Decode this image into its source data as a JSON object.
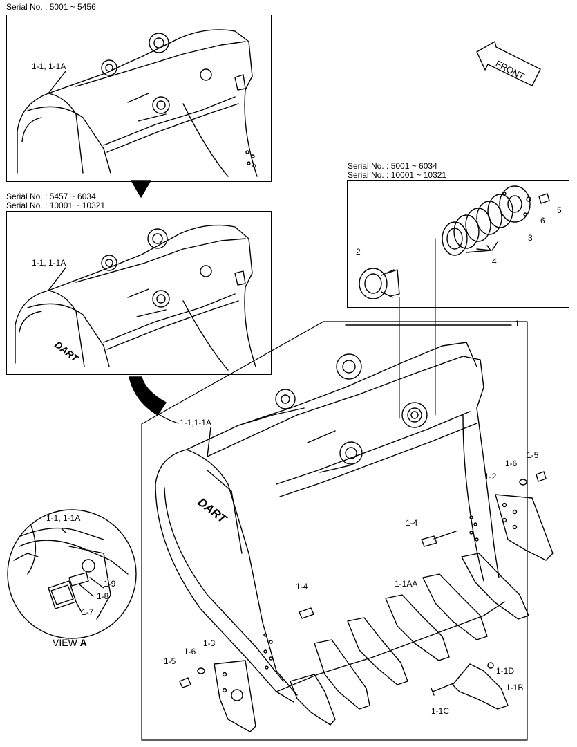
{
  "serials": {
    "top": "Serial No. : 5001 ~ 5456",
    "middle_1": "Serial No. : 5457 ~ 6034",
    "middle_2": "Serial No. : 10001 ~ 10321",
    "detail_1": "Serial No. : 5001 ~ 6034",
    "detail_2": "Serial No. : 10001 ~ 10321"
  },
  "front_arrow": "FRONT",
  "view": {
    "prefix": "VIEW",
    "letter": "A"
  },
  "labels": {
    "top_bucket": "1-1, 1-1A",
    "mid_bucket": "1-1, 1-1A",
    "main_bucket": "1-1,1-1A",
    "circle_bucket": "1-1, 1-1A",
    "main_assembly": "1",
    "pin_2": "2",
    "flange_3": "3",
    "shims_4": "4",
    "bolt_5": "5",
    "washer_6": "6",
    "bolt_1_5_right": "1-5",
    "washer_1_6_right": "1-6",
    "side_cutter_1_2": "1-2",
    "bolt_1_4_upper": "1-4",
    "bolt_1_4_lower": "1-4",
    "adapter_1_1AA": "1-1AA",
    "cutter_1_3": "1-3",
    "washer_1_6_left": "1-6",
    "bolt_1_5_left": "1-5",
    "lock_1_1D": "1-1D",
    "tooth_1_1B": "1-1B",
    "pin_1_1C": "1-1C",
    "plate_1_7": "1-7",
    "plate_1_8": "1-8",
    "plate_1_9": "1-9"
  },
  "brand_text": "DART"
}
